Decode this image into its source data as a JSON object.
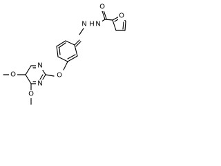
{
  "molecule": {
    "atoms": {
      "carbonyl_oxygen": "O",
      "hydrazide_nh": "H",
      "hydrazide_n": "N",
      "imine_n": "N",
      "furan_oxygen": "O",
      "ether_oxygen": "O",
      "pyrimidine_n_upper": "N",
      "pyrimidine_n_lower": "N",
      "methoxy_oxygen_left": "O",
      "methoxy_oxygen_bottom": "O"
    }
  }
}
